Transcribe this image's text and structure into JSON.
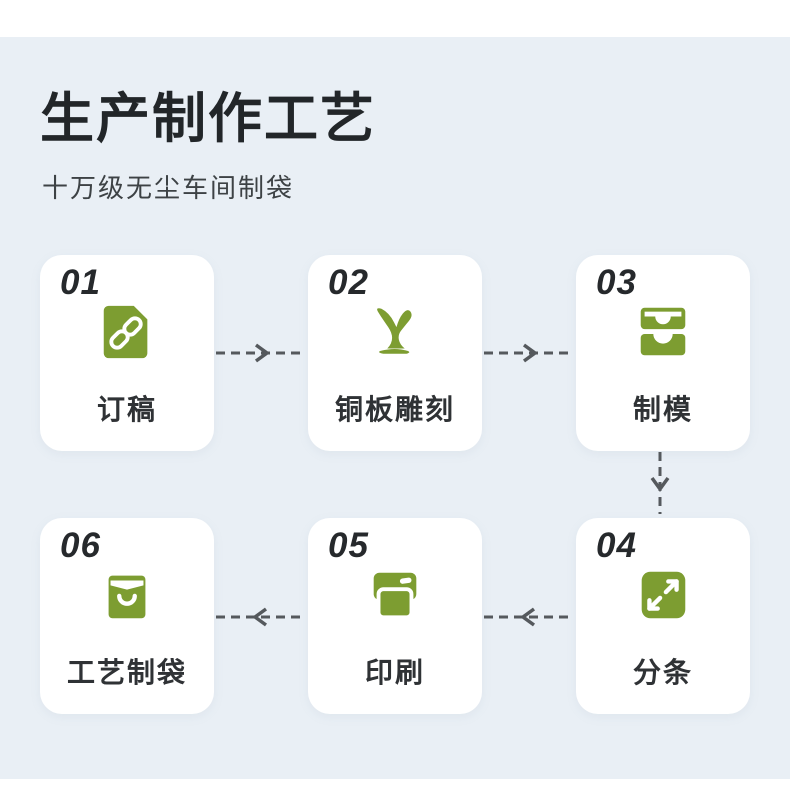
{
  "header": {
    "title": "生产制作工艺",
    "subtitle": "十万级无尘车间制袋"
  },
  "steps": [
    {
      "number": "01",
      "label": "订稿",
      "icon": "file-link-icon"
    },
    {
      "number": "02",
      "label": "铜板雕刻",
      "icon": "engraving-tool-icon"
    },
    {
      "number": "03",
      "label": "制模",
      "icon": "mold-icon"
    },
    {
      "number": "04",
      "label": "分条",
      "icon": "expand-arrows-icon"
    },
    {
      "number": "05",
      "label": "印刷",
      "icon": "printer-icon"
    },
    {
      "number": "06",
      "label": "工艺制袋",
      "icon": "shopping-bag-icon"
    }
  ],
  "flow": {
    "connections": [
      "01→02",
      "02→03",
      "03→04",
      "04→05",
      "05→06"
    ]
  },
  "colors": {
    "background_blue": "#e9eff5",
    "card_white": "#ffffff",
    "accent_green": "#7d9d31",
    "arrow_gray": "#55595d",
    "title_text": "#222629",
    "subtitle_text": "#3d4245",
    "number_text": "#26292c",
    "label_text": "#2f3235"
  }
}
